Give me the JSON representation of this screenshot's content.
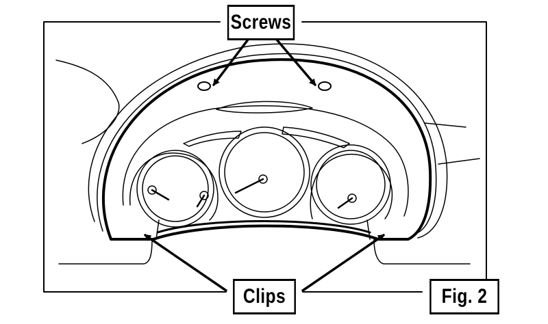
{
  "diagram": {
    "callouts": {
      "screws": "Screws",
      "clips": "Clips"
    },
    "figure_label": "Fig. 2",
    "line_color": "#000000",
    "background": "#ffffff"
  }
}
